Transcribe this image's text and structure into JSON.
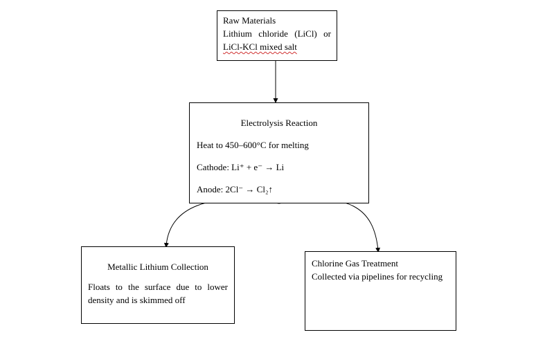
{
  "raw_materials": {
    "title": "Raw Materials",
    "line1": "Lithium chloride (LiCl) or",
    "line2": "LiCl-KCl mixed salt"
  },
  "electrolysis": {
    "title": "Electrolysis Reaction",
    "heat": "Heat to 450–600°C for melting",
    "cathode": "Cathode: Li⁺ + e⁻ → Li",
    "anode": "Anode: 2Cl⁻ → Cl₂↑"
  },
  "lithium_collection": {
    "title": "Metallic Lithium Collection",
    "line1": "Floats to the surface due to lower",
    "line2": "density and is skimmed off"
  },
  "chlorine_treatment": {
    "title": "Chlorine Gas Treatment",
    "line1": "Collected via pipelines for recycling"
  }
}
